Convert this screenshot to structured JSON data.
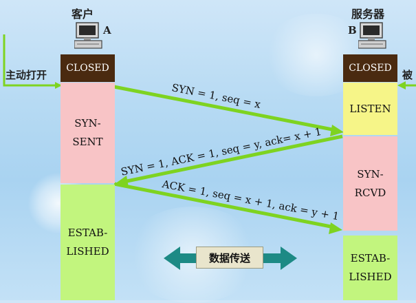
{
  "client": {
    "title": "客户",
    "id_label": "A",
    "action": "主动打开"
  },
  "server": {
    "title": "服务器",
    "id_label": "B",
    "action": "被"
  },
  "client_states": {
    "closed": "CLOSED",
    "syn_sent": [
      "SYN-",
      "SENT"
    ],
    "established": [
      "ESTAB-",
      "LISHED"
    ]
  },
  "server_states": {
    "closed": "CLOSED",
    "listen": "LISTEN",
    "syn_rcvd": [
      "SYN-",
      "RCVD"
    ],
    "established": [
      "ESTAB-",
      "LISHED"
    ]
  },
  "messages": {
    "syn": "SYN = 1, seq = x",
    "syn_ack": "SYN = 1, ACK = 1, seq = y, ack= x + 1",
    "ack": "ACK = 1, seq = x + 1, ack = y + 1"
  },
  "transfer_label": "数据传送",
  "colors": {
    "arrow": "#7ed321",
    "closed": "#4a2a10",
    "syn_state": "#f8c4c6",
    "established": "#c2f57e",
    "listen": "#f6f588",
    "transfer_arrow": "#1d8a85"
  }
}
